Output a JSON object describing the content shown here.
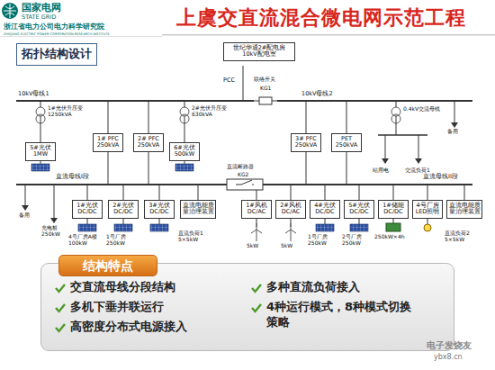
{
  "diagram": {
    "title": "上虞交直流混合微电网示范工程",
    "nodes": [
      {
        "text": [
          "拓扑结构设计"
        ]
      },
      {
        "text": [
          "世纪华通2#配电房 10kV配电室"
        ]
      },
      {
        "text": [
          "5#光伏 1MW"
        ]
      },
      {
        "text": [
          "1# PFC 250kVA"
        ]
      },
      {
        "text": [
          "2# PFC 250kVA"
        ]
      },
      {
        "text": [
          "6#光伏 500kW"
        ]
      },
      {
        "text": [
          "3# PFC 250kVA"
        ]
      },
      {
        "text": [
          "PET 250kVA"
        ]
      },
      {
        "text": [
          "1#光伏 DC/DC"
        ]
      },
      {
        "text": [
          "2#光伏 DC/DC"
        ]
      },
      {
        "text": [
          "3#光伏 DC/DC"
        ]
      },
      {
        "text": [
          "直流电能质量治理装置"
        ]
      },
      {
        "text": [
          "1#风机 DC/AC"
        ]
      },
      {
        "text": [
          "2#风机 DC/AC"
        ]
      },
      {
        "text": [
          "4#光伏 DC/DC"
        ]
      },
      {
        "text": [
          "5#光伏 DC/DC"
        ]
      },
      {
        "text": [
          "1#储能 DC/DC"
        ]
      },
      {
        "text": [
          "4号厂房 LED照明"
        ]
      },
      {
        "text": [
          "直流电能质量治理装置"
        ]
      },
      {
        "text": [
          "结构特点"
        ]
      },
      {
        "text": [
          "交直流母线分段结构",
          "多机下垂并联运行",
          "高密度分布式电源接入",
          "多种直流负荷接入",
          "4种运行模式，8种模式切换策略"
        ]
      }
    ],
    "labels": [
      "国家电网",
      "STATE GRID",
      "浙江省电力公司电力科学研究院",
      "ZHEJIANG ELECTRIC POWER CORPORATION RESEARCH INSTITUTE",
      "PCC",
      "联络开关",
      "KG1",
      "10kV母线1",
      "10kV母线2",
      "1#光伏升压变 1250kVA",
      "2#光伏升压变 630kVA",
      "0.4kV交流母线",
      "站用电",
      "交流负荷1",
      "备用",
      "直流母线I段",
      "直流断路器",
      "KG2",
      "直流母线II段",
      "备用",
      "充电桩 250kW",
      "4号厂房A楼 100kW",
      "1号厂房 250kW",
      "直流负荷1 5×5kW",
      "5kW",
      "5kW",
      "1号厂房 250kW",
      "2号厂房 250kW",
      "250kW×4h",
      "直流负荷2 5×5kW",
      "ybx8.cn",
      "电子发烧友"
    ]
  }
}
